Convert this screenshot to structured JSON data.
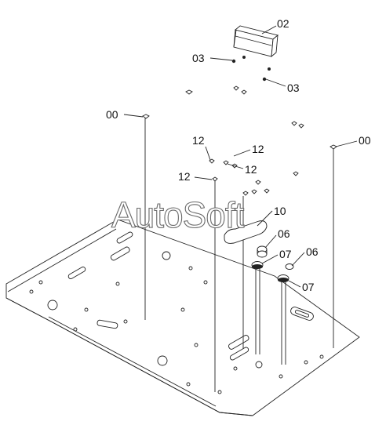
{
  "watermark": "AutoSoft",
  "callouts": [
    {
      "id": "c02a",
      "text": "02"
    },
    {
      "id": "c03a",
      "text": "03"
    },
    {
      "id": "c03b",
      "text": "03"
    },
    {
      "id": "c00a",
      "text": "00"
    },
    {
      "id": "c00b",
      "text": "00"
    },
    {
      "id": "c12a",
      "text": "12"
    },
    {
      "id": "c12b",
      "text": "12"
    },
    {
      "id": "c12c",
      "text": "12"
    },
    {
      "id": "c12d",
      "text": "12"
    },
    {
      "id": "c10",
      "text": "10"
    },
    {
      "id": "c06a",
      "text": "06"
    },
    {
      "id": "c06b",
      "text": "06"
    },
    {
      "id": "c07a",
      "text": "07"
    },
    {
      "id": "c07b",
      "text": "07"
    }
  ]
}
